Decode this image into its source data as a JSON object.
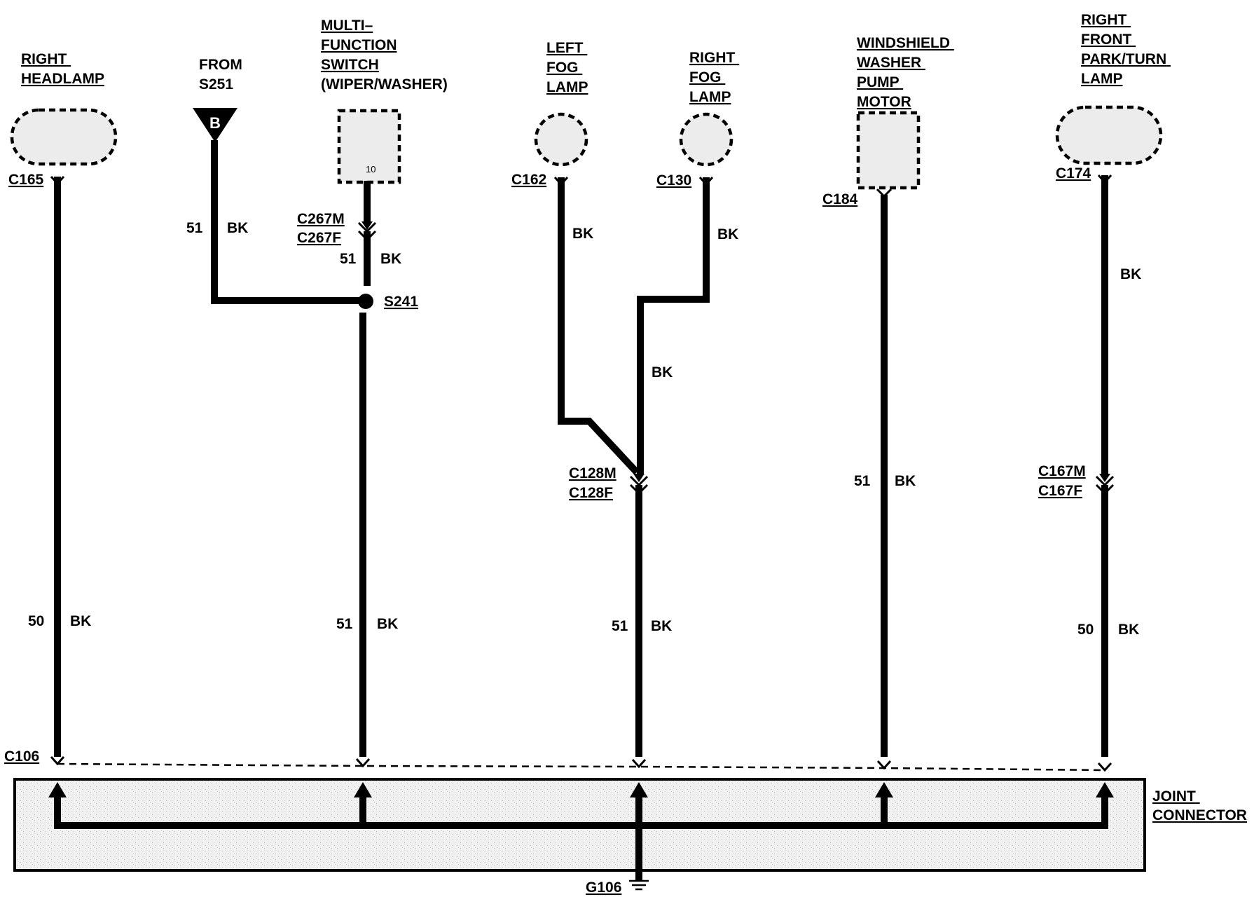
{
  "components": {
    "right_headlamp": [
      "RIGHT",
      "HEADLAMP"
    ],
    "from_s251": [
      "FROM",
      "S251"
    ],
    "from_s251_symbol": "B",
    "multi_function_switch": [
      "MULTI–",
      "FUNCTION",
      "SWITCH",
      "(WIPER/WASHER)"
    ],
    "switch_pin": "10",
    "left_fog_lamp": [
      "LEFT",
      "FOG",
      "LAMP"
    ],
    "right_fog_lamp": [
      "RIGHT",
      "FOG",
      "LAMP"
    ],
    "windshield_washer_pump_motor": [
      "WINDSHIELD",
      "WASHER",
      "PUMP",
      "MOTOR"
    ],
    "right_front_park_turn_lamp": [
      "RIGHT",
      "FRONT",
      "PARK/TURN",
      "LAMP"
    ],
    "joint_connector": [
      "JOINT",
      "CONNECTOR"
    ]
  },
  "connectors": {
    "c165": "C165",
    "c162": "C162",
    "c130": "C130",
    "c184": "C184",
    "c174": "C174",
    "c267m": "C267M",
    "c267f": "C267F",
    "c128m": "C128M",
    "c128f": "C128F",
    "c167m": "C167M",
    "c167f": "C167F",
    "c106": "C106",
    "s241": "S241",
    "g106": "G106"
  },
  "wires": {
    "headlamp": {
      "circuit": "50",
      "color": "BK"
    },
    "s251": {
      "circuit": "51",
      "color": "BK"
    },
    "switch": {
      "circuit": "51",
      "color": "BK"
    },
    "s241_down": {
      "circuit": "51",
      "color": "BK"
    },
    "left_fog": {
      "color": "BK"
    },
    "right_fog": {
      "color": "BK"
    },
    "fog_merge": {
      "color": "BK"
    },
    "fog_down": {
      "circuit": "51",
      "color": "BK"
    },
    "washer": {
      "circuit": "51",
      "color": "BK"
    },
    "park_upper": {
      "color": "BK"
    },
    "park_lower": {
      "circuit": "50",
      "color": "BK"
    }
  }
}
